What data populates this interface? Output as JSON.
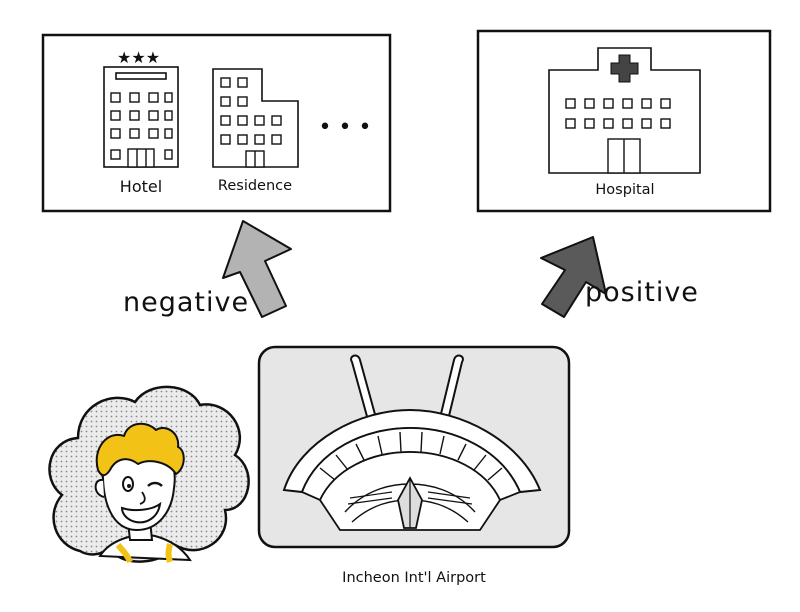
{
  "labels": {
    "hotel": "Hotel",
    "residence": "Residence",
    "ellipsis": "• • •",
    "hospital": "Hospital",
    "negative": "negative",
    "positive": "positive",
    "airport": "Incheon Int'l Airport"
  },
  "colors": {
    "negative_arrow": "#b3b3b3",
    "positive_arrow": "#5a5a5a",
    "hair": "#f2c316",
    "airport_bg": "#e6e6e6"
  },
  "icons": {
    "hotel": "hotel-building-icon",
    "residence": "residence-building-icon",
    "hospital": "hospital-building-icon",
    "traveler": "traveler-person-icon",
    "airport": "airport-terminal-icon"
  },
  "hotel_stars": 3
}
